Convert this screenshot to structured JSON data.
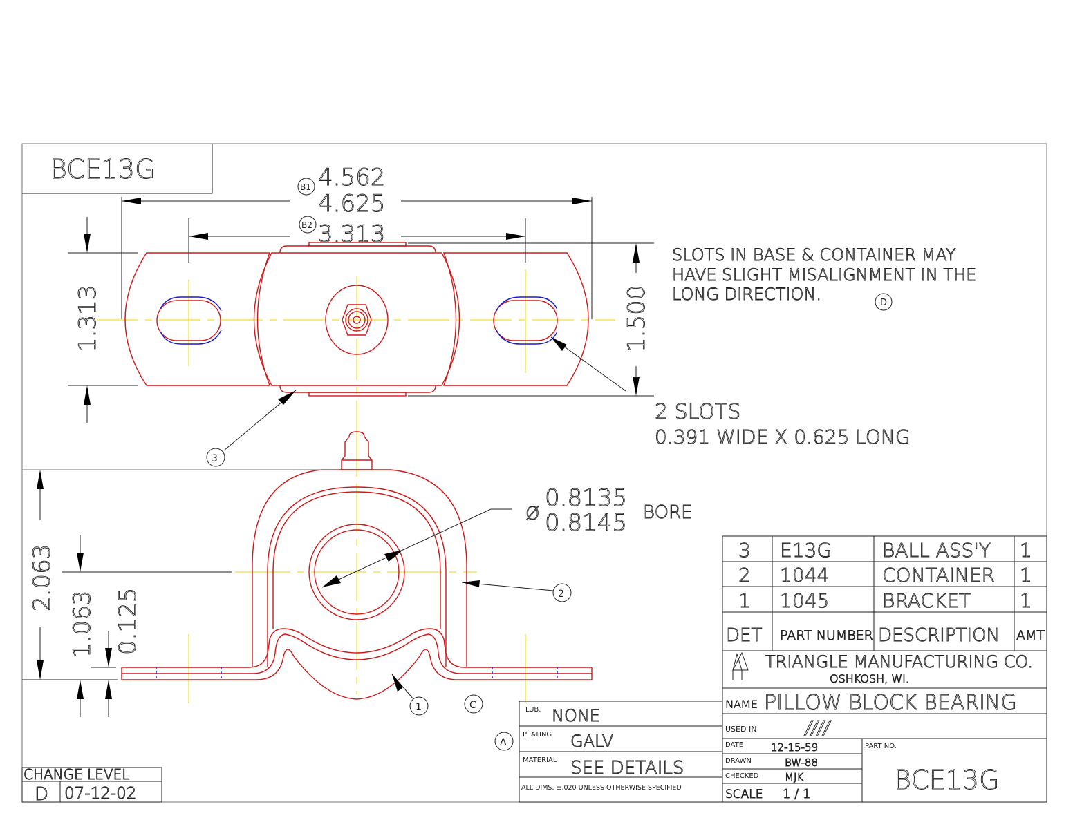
{
  "drawing": {
    "part_label_box": "BCE13G",
    "colors": {
      "geometry": "#d01818",
      "hidden": "#1a1acc",
      "centerline": "#f2d400",
      "border": "#555555"
    },
    "dimensions": {
      "overall_length_ref": "B1",
      "overall_length_upper": "4.562",
      "overall_length_lower": "4.625",
      "slot_spacing_ref": "B2",
      "slot_spacing": "3.313",
      "base_width_left": "1.313",
      "base_width_right": "1.500",
      "center_height": "2.063",
      "shaft_height": "1.063",
      "base_thickness": "0.125",
      "bore_symbol": "Ø",
      "bore_upper": "0.8135",
      "bore_lower": "0.8145",
      "bore_label": "BORE"
    },
    "notes": {
      "slots_note_line1": "SLOTS IN BASE & CONTAINER MAY",
      "slots_note_line2": "HAVE SLIGHT MISALIGNMENT IN THE",
      "slots_note_line3": "LONG DIRECTION.",
      "slots_note_ref": "D",
      "slots_callout_line1": "2 SLOTS",
      "slots_callout_line2": "0.391 WIDE X 0.625 LONG"
    },
    "balloons": {
      "b1": "1",
      "b2": "2",
      "b3": "3",
      "rev_a": "A",
      "rev_c": "C"
    }
  },
  "bom": {
    "rows": [
      {
        "det": "3",
        "part_number": "E13G",
        "description": "BALL ASS'Y",
        "amt": "1"
      },
      {
        "det": "2",
        "part_number": "1044",
        "description": "CONTAINER",
        "amt": "1"
      },
      {
        "det": "1",
        "part_number": "1045",
        "description": "BRACKET",
        "amt": "1"
      }
    ],
    "headers": {
      "det": "DET",
      "part_number": "PART NUMBER",
      "description": "DESCRIPTION",
      "amt": "AMT"
    }
  },
  "title_block": {
    "company": "TRIANGLE MANUFACTURING CO.",
    "location": "OSHKOSH, WI.",
    "name_label": "NAME",
    "name_value": "PILLOW BLOCK BEARING",
    "used_in_label": "USED IN",
    "used_in_value": "////",
    "date_label": "DATE",
    "date_value": "12-15-59",
    "drawn_label": "DRAWN",
    "drawn_value": "BW-88",
    "checked_label": "CHECKED",
    "checked_value": "MJK",
    "scale_label": "SCALE",
    "scale_value": "1 / 1",
    "part_no_label": "PART NO.",
    "part_no_value": "BCE13G"
  },
  "spec_block": {
    "lub_label": "LUB.",
    "lub_value": "NONE",
    "plating_label": "PLATING",
    "plating_value": "GALV",
    "material_label": "MATERIAL",
    "material_value": "SEE DETAILS",
    "tolerance_note": "ALL DIMS. ±.020 UNLESS OTHERWISE SPECIFIED"
  },
  "change_level": {
    "label": "CHANGE LEVEL",
    "level": "D",
    "date": "07-12-02"
  }
}
